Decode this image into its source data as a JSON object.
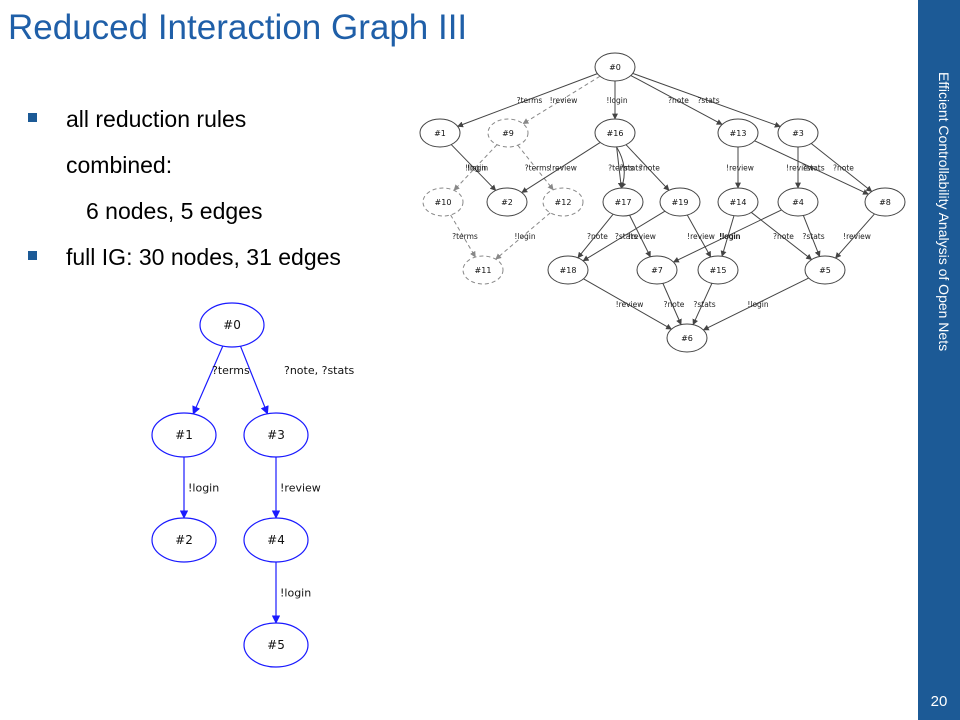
{
  "slide": {
    "title": "Reduced Interaction Graph III",
    "sidebar_text": "Efficient Controllability Analysis of Open Nets",
    "page_number": "20"
  },
  "bullets": [
    {
      "text": "all reduction rules",
      "bullet": true
    },
    {
      "text": "combined:",
      "bullet": false
    },
    {
      "text": "6 nodes, 5 edges",
      "bullet": false
    },
    {
      "text": "full IG: 30 nodes, 31 edges",
      "bullet": true
    }
  ],
  "colors": {
    "title": "#1f5fa8",
    "sidebar": "#1c5a96",
    "reduced_graph": "#1a1aff",
    "full_graph": "#444444",
    "removed_nodes": "#888888"
  },
  "reduced_graph": {
    "nodes": [
      "#0",
      "#1",
      "#3",
      "#2",
      "#4",
      "#5"
    ],
    "edges": [
      {
        "from": "#0",
        "to": "#1",
        "label": "?terms"
      },
      {
        "from": "#0",
        "to": "#3",
        "label": "?note, ?stats"
      },
      {
        "from": "#1",
        "to": "#2",
        "label": "!login"
      },
      {
        "from": "#3",
        "to": "#4",
        "label": "!review"
      },
      {
        "from": "#4",
        "to": "#5",
        "label": "!login"
      }
    ]
  },
  "full_graph": {
    "nodes": [
      "#0",
      "#1",
      "#9",
      "#16",
      "#13",
      "#3",
      "#10",
      "#2",
      "#12",
      "#17",
      "#19",
      "#14",
      "#4",
      "#8",
      "#11",
      "#18",
      "#7",
      "#15",
      "#5",
      "#6"
    ],
    "edges": [
      {
        "from": "#0",
        "to": "#1",
        "label": "?terms"
      },
      {
        "from": "#0",
        "to": "#9",
        "label": "!review"
      },
      {
        "from": "#0",
        "to": "#16",
        "label": "!login"
      },
      {
        "from": "#0",
        "to": "#13",
        "label": "?note"
      },
      {
        "from": "#0",
        "to": "#3",
        "label": "?stats"
      },
      {
        "from": "#1",
        "to": "#2",
        "label": "!login"
      },
      {
        "from": "#9",
        "to": "#10",
        "label": "!login"
      },
      {
        "from": "#9",
        "to": "#12",
        "label": "?terms"
      },
      {
        "from": "#16",
        "to": "#2",
        "label": "!review"
      },
      {
        "from": "#16",
        "to": "#17",
        "label": "?terms"
      },
      {
        "from": "#16",
        "to": "#17",
        "label": "?stats"
      },
      {
        "from": "#16",
        "to": "#19",
        "label": "?note"
      },
      {
        "from": "#13",
        "to": "#14",
        "label": "!review"
      },
      {
        "from": "#13",
        "to": "#8",
        "label": "?stats"
      },
      {
        "from": "#3",
        "to": "#4",
        "label": "!review"
      },
      {
        "from": "#3",
        "to": "#8",
        "label": "?note"
      },
      {
        "from": "#10",
        "to": "#11",
        "label": "?terms"
      },
      {
        "from": "#12",
        "to": "#11",
        "label": "!login"
      },
      {
        "from": "#17",
        "to": "#18",
        "label": "?note"
      },
      {
        "from": "#17",
        "to": "#7",
        "label": "!review"
      },
      {
        "from": "#19",
        "to": "#18",
        "label": "?stats"
      },
      {
        "from": "#19",
        "to": "#15",
        "label": "!review"
      },
      {
        "from": "#14",
        "to": "#15",
        "label": "!login"
      },
      {
        "from": "#4",
        "to": "#7",
        "label": "!login"
      },
      {
        "from": "#4",
        "to": "#5",
        "label": "?stats"
      },
      {
        "from": "#14",
        "to": "#5",
        "label": "?note"
      },
      {
        "from": "#8",
        "to": "#5",
        "label": "!review"
      },
      {
        "from": "#18",
        "to": "#6",
        "label": "!review"
      },
      {
        "from": "#7",
        "to": "#6",
        "label": "?note"
      },
      {
        "from": "#15",
        "to": "#6",
        "label": "?stats"
      },
      {
        "from": "#5",
        "to": "#6",
        "label": "!login"
      }
    ]
  }
}
